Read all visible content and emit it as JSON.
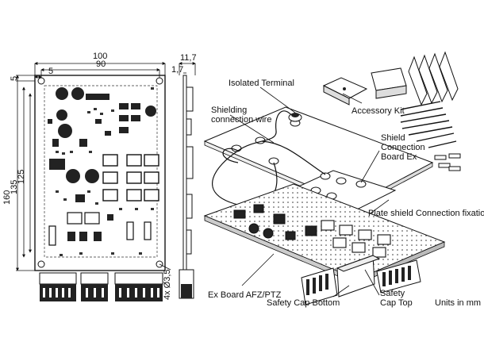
{
  "dimensions": {
    "width_100": "100",
    "width_90": "90",
    "inset_5_top": "5",
    "inset_5_side": "5",
    "depth_11_7": "11,7",
    "depth_1_7": "1,7",
    "height_160": "160",
    "height_135": "135",
    "height_125": "125",
    "holes": "4x Ø3,5"
  },
  "labels": {
    "isolated_terminal": "Isolated Terminal",
    "shielding_wire": "Shielding\nconnection wire",
    "accessory_kit": "Accessory Kit",
    "shield_board": "Shield\nConnection\nBoard Ex",
    "plate_shield": "Plate shield Connection fixation Ex",
    "ex_board": "Ex Board AFZ/PTZ",
    "safety_cap_bottom": "Safety Cap Bottom",
    "safety_cap_top": "Safety\nCap Top",
    "units": "Units in mm"
  }
}
